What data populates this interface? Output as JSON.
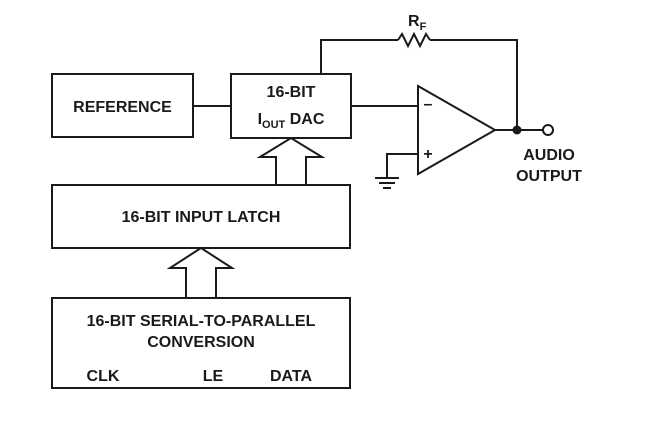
{
  "blocks": {
    "reference": {
      "label": "REFERENCE"
    },
    "dac": {
      "line1": "16-BIT",
      "line2_main": "I",
      "line2_sub": "OUT",
      "line2_suffix": " DAC"
    },
    "latch": {
      "label": "16-BIT INPUT LATCH"
    },
    "converter": {
      "line1": "16-BIT SERIAL-TO-PARALLEL",
      "line2": "CONVERSION"
    }
  },
  "pins": {
    "clk": "CLK",
    "le": "LE",
    "data": "DATA"
  },
  "op_amp": {
    "minus": "–",
    "plus": "+"
  },
  "feedback_resistor": {
    "main": "R",
    "sub": "F"
  },
  "output": {
    "line1": "AUDIO",
    "line2": "OUTPUT"
  }
}
